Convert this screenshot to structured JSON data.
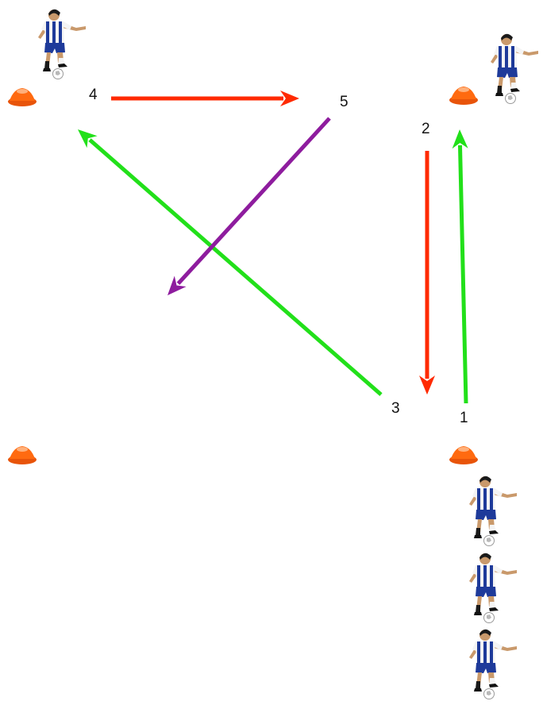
{
  "diagram": {
    "background": "#ffffff",
    "step_labels": [
      "1",
      "2",
      "3",
      "4",
      "5"
    ],
    "colors": {
      "pass_green": "#22e01a",
      "run_red": "#ff2a00",
      "pass_purple": "#8e1c9e",
      "cone_orange": "#ff6a10",
      "cone_highlight": "#ffb07a",
      "jersey_blue": "#1e3a9a",
      "jersey_white": "#f4f4f4",
      "skin": "#c9996b",
      "hair": "#1a1a1a"
    },
    "icons": [
      "cone-icon",
      "player-icon",
      "ball-icon"
    ]
  }
}
